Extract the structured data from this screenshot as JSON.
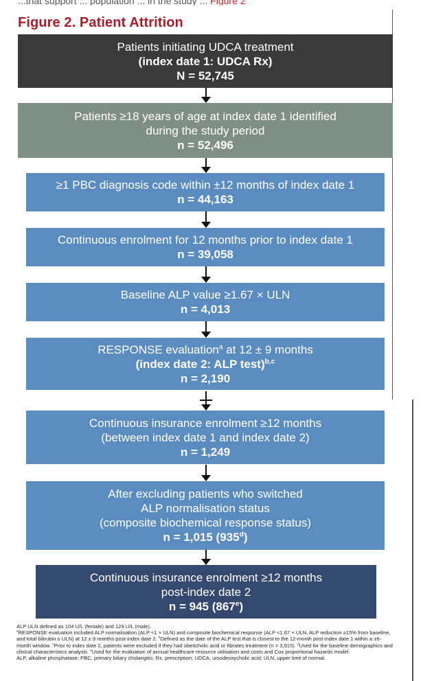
{
  "topline": {
    "text": "...that support ... population ... in the study ...",
    "red_text": "Figure 2"
  },
  "figure_title": "Figure 2. Patient Attrition",
  "boxes": [
    {
      "line1": "Patients initiating UDCA treatment",
      "line2": "(index date 1: UDCA Rx)",
      "count": "N = 52,745"
    },
    {
      "line1": "Patients ≥18 years of age at index date 1 identified",
      "line2": "during the study period",
      "count": "n = 52,496"
    },
    {
      "line1": "≥1 PBC diagnosis code within ±12 months of index date 1",
      "count": "n = 44,163"
    },
    {
      "line1": "Continuous enrolment for 12 months prior to index date 1",
      "count": "n = 39,058"
    },
    {
      "line1": "Baseline ALP value ≥1.67 × ULN",
      "count": "n = 4,013"
    },
    {
      "line1": "RESPONSE evaluation",
      "sup1": "a",
      "line1b": " at 12 ± 9 months",
      "line2": "(index date 2: ALP test)",
      "sup2": "b,c",
      "count": "n = 2,190"
    },
    {
      "line1": "Continuous insurance enrolment ≥12 months",
      "line2": "(between index date 1 and index date 2)",
      "count": "n = 1,249"
    },
    {
      "line1": "After excluding patients who switched",
      "line2": "ALP normalisation status",
      "line3": "(composite biochemical response status)",
      "count": "n = 1,015 (935",
      "count_sup": "d",
      "count_end": ")"
    },
    {
      "line1": "Continuous insurance enrolment ≥12 months",
      "line2": "post-index date 2",
      "count": "n = 945 (867",
      "count_sup": "e",
      "count_end": ")"
    }
  ],
  "footnotes": {
    "f1": "ALP ULN defined as 104 U/L (female) and 129 U/L (male).",
    "f2_sup": "a",
    "f2": "RESPONSE evaluation included ALP normalisation (ALP <1 × ULN) and composite biochemical response (ALP <1.67 × ULN, ALP reduction ≥15% from baseline, and total bilirubin ≤ ULN) at 12 ± 9 months post-index date 2. ",
    "f3_sup": "b",
    "f3": "Defined as the date of the ALP test that is closest to the 12-month post-index date 1 within a ±6-month window. ",
    "f4_sup": "c",
    "f4": "Prior to index date 2, patients were excluded if they had obeticholic acid or fibrates treatment (n = 3,915). ",
    "f5_sup": "d",
    "f5": "Used for the baseline demographics and clinical characteristics analysis. ",
    "f6_sup": "e",
    "f6": "Used for the evaluation of annual healthcare resource utilisation and costs and Cox proportional hazards model.",
    "f7": "ALP, alkaline phosphatase; PBC, primary biliary cholangitis; Rx, prescription; UDCA, ursodeoxycholic acid; ULN, upper limit of normal."
  },
  "colors": {
    "title": "#a71d2a",
    "box_dark": "#3a3a3a",
    "box_gray": "#7f8f86",
    "box_blue": "#5a8cbf",
    "box_navy": "#35486e"
  }
}
